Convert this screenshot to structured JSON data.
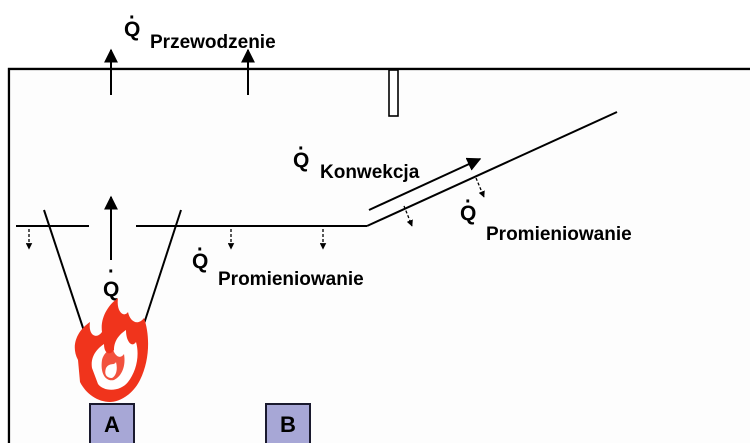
{
  "labels": {
    "q_symbol": "Q",
    "conduction": "Przewodzenie",
    "convection": "Konwekcja",
    "radiation_ceiling": "Promieniowanie",
    "radiation_inclined": "Promieniowanie",
    "fire_q": "Q"
  },
  "boxes": {
    "a": "A",
    "b": "B"
  },
  "colors": {
    "background": "#ffffff",
    "room_fill": "#fdfdfd",
    "line": "#000000",
    "box_fill": "#a7a7d6",
    "box_stroke": "#1a1a2e",
    "flame_outer": "#f0341c",
    "flame_inner": "#ffffff"
  }
}
